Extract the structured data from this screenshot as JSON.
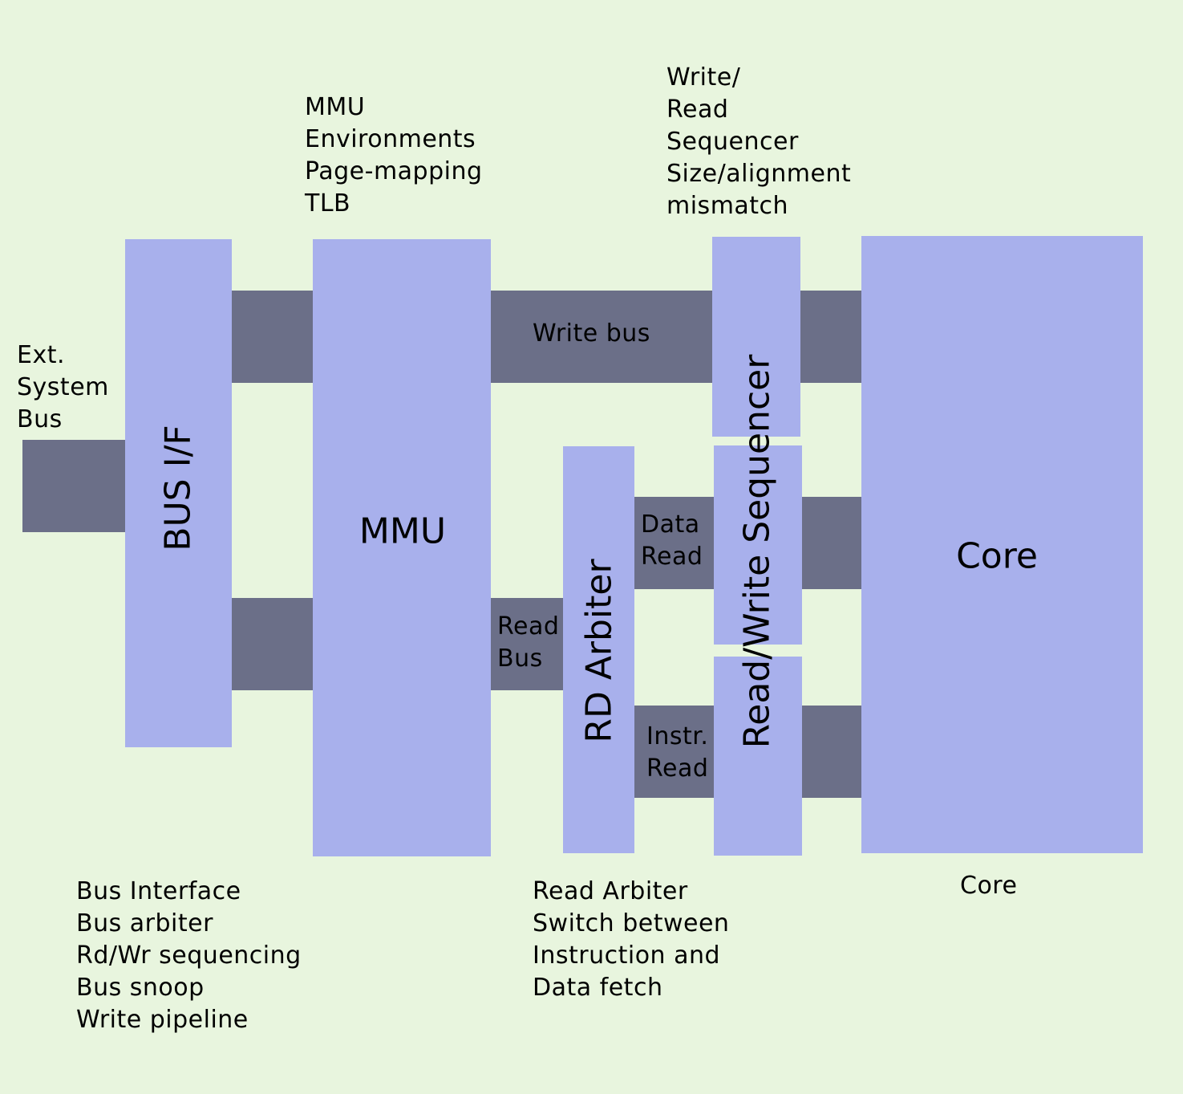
{
  "annotations": {
    "ext_bus": "Ext.\nSystem\nBus",
    "mmu_desc": "MMU\nEnvironments\nPage-mapping\nTLB",
    "sequencer_desc": "Write/\nRead\nSequencer\nSize/alignment\nmismatch",
    "bus_if_desc": "Bus Interface\nBus arbiter\nRd/Wr sequencing\nBus snoop\nWrite pipeline",
    "arbiter_desc": "Read Arbiter\nSwitch between\nInstruction and\nData fetch",
    "core_desc": "Core"
  },
  "blocks": {
    "bus_if": "BUS I/F",
    "mmu": "MMU",
    "rd_arbiter": "RD Arbiter",
    "rw_sequencer": "Read/Write Sequencer",
    "core": "Core"
  },
  "buses": {
    "write_bus": "Write bus",
    "read_bus": "Read\nBus",
    "data_read": "Data\nRead",
    "instr_read": "Instr.\nRead"
  }
}
